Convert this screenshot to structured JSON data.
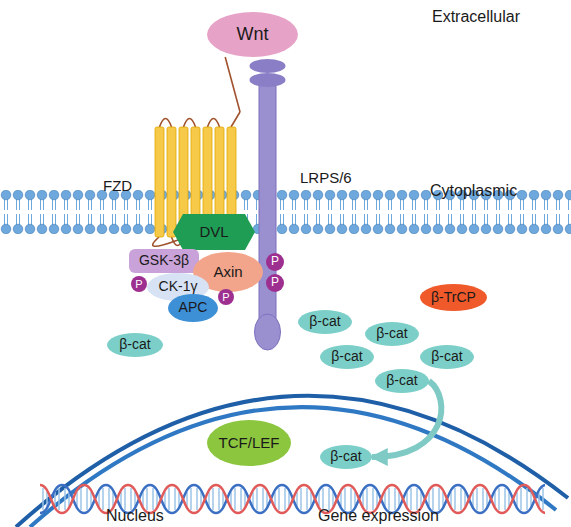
{
  "diagram": {
    "nodes": [
      {
        "text": [
          "Wnt"
        ]
      },
      {
        "text": [
          "FZD"
        ]
      },
      {
        "text": [
          "LRPS/6"
        ]
      },
      {
        "text": [
          "DVL"
        ]
      },
      {
        "text": [
          "P"
        ]
      },
      {
        "text": [
          "P"
        ]
      },
      {
        "text": [
          "GSK-3β"
        ]
      },
      {
        "text": [
          "Axin"
        ]
      },
      {
        "text": [
          "P"
        ]
      },
      {
        "text": [
          "CK-1γ"
        ]
      },
      {
        "text": [
          "APC"
        ]
      },
      {
        "text": [
          "P"
        ]
      },
      {
        "text": [
          "β-TrCP"
        ]
      },
      {
        "text": [
          "β-cat"
        ]
      },
      {
        "text": [
          "β-cat"
        ]
      },
      {
        "text": [
          "β-cat"
        ]
      },
      {
        "text": [
          "β-cat"
        ]
      },
      {
        "text": [
          "β-cat"
        ]
      },
      {
        "text": [
          "β-cat"
        ]
      },
      {
        "text": [
          "TCF/LEF"
        ]
      },
      {
        "text": [
          "β-cat"
        ]
      }
    ],
    "edges": [
      {
        "from": 0,
        "to": 1,
        "arrow": "none"
      },
      {
        "from": 18,
        "to": 20,
        "arrow": "to"
      }
    ],
    "labels": [
      "Extracellular",
      "Cytoplasmic",
      "Nucleus",
      "Gene expression"
    ]
  }
}
